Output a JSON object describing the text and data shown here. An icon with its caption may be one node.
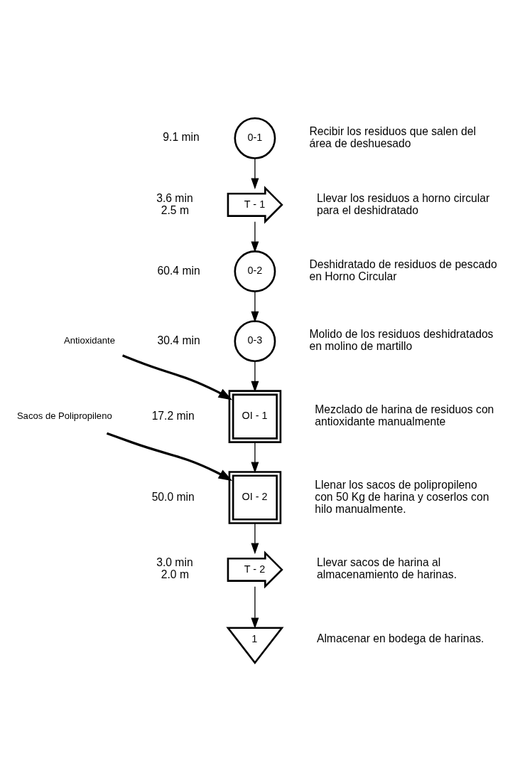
{
  "diagram": {
    "nodes": [
      {
        "text": [
          "0-1"
        ],
        "beside": [
          "9.1 min",
          "Recibir los residuos que salen del área de deshuesado"
        ]
      },
      {
        "text": [
          "T - 1"
        ],
        "beside": [
          "3.6 min",
          "2.5 m",
          "Llevar los residuos a horno circular para el deshidratado"
        ]
      },
      {
        "text": [
          "0-2"
        ],
        "beside": [
          "60.4 min",
          "Deshidratado de residuos de pescado en Horno Circular"
        ]
      },
      {
        "text": [
          "0-3"
        ],
        "beside": [
          "30.4 min",
          "Molido de los residuos deshidratados en molino de martillo"
        ]
      },
      {
        "text": [
          "Antioxidante"
        ]
      },
      {
        "text": [
          "OI - 1"
        ],
        "beside": [
          "17.2 min",
          "Mezclado de harina de residuos con antioxidante manualmente"
        ]
      },
      {
        "text": [
          "Sacos de Polipropileno"
        ]
      },
      {
        "text": [
          "OI - 2"
        ],
        "beside": [
          "50.0 min",
          "Llenar los sacos de polipropileno con 50 Kg de harina y coserlos con hilo manualmente."
        ]
      },
      {
        "text": [
          "T - 2"
        ],
        "beside": [
          "3.0 min",
          "2.0 m",
          "Llevar sacos de harina al almacenamiento de harinas."
        ]
      },
      {
        "text": [
          "1"
        ],
        "beside": [
          "Almacenar en bodega de harinas."
        ]
      }
    ],
    "edges": [
      {
        "from": 0,
        "to": 1,
        "arrow": "to"
      },
      {
        "from": 1,
        "to": 2,
        "arrow": "to"
      },
      {
        "from": 2,
        "to": 3,
        "arrow": "to"
      },
      {
        "from": 3,
        "to": 5,
        "arrow": "to"
      },
      {
        "from": 4,
        "to": 5,
        "arrow": "to",
        "style": "thick"
      },
      {
        "from": 5,
        "to": 7,
        "arrow": "to"
      },
      {
        "from": 6,
        "to": 7,
        "arrow": "to",
        "style": "thick"
      },
      {
        "from": 7,
        "to": 8,
        "arrow": "to"
      },
      {
        "from": 8,
        "to": 9,
        "arrow": "to"
      }
    ]
  }
}
